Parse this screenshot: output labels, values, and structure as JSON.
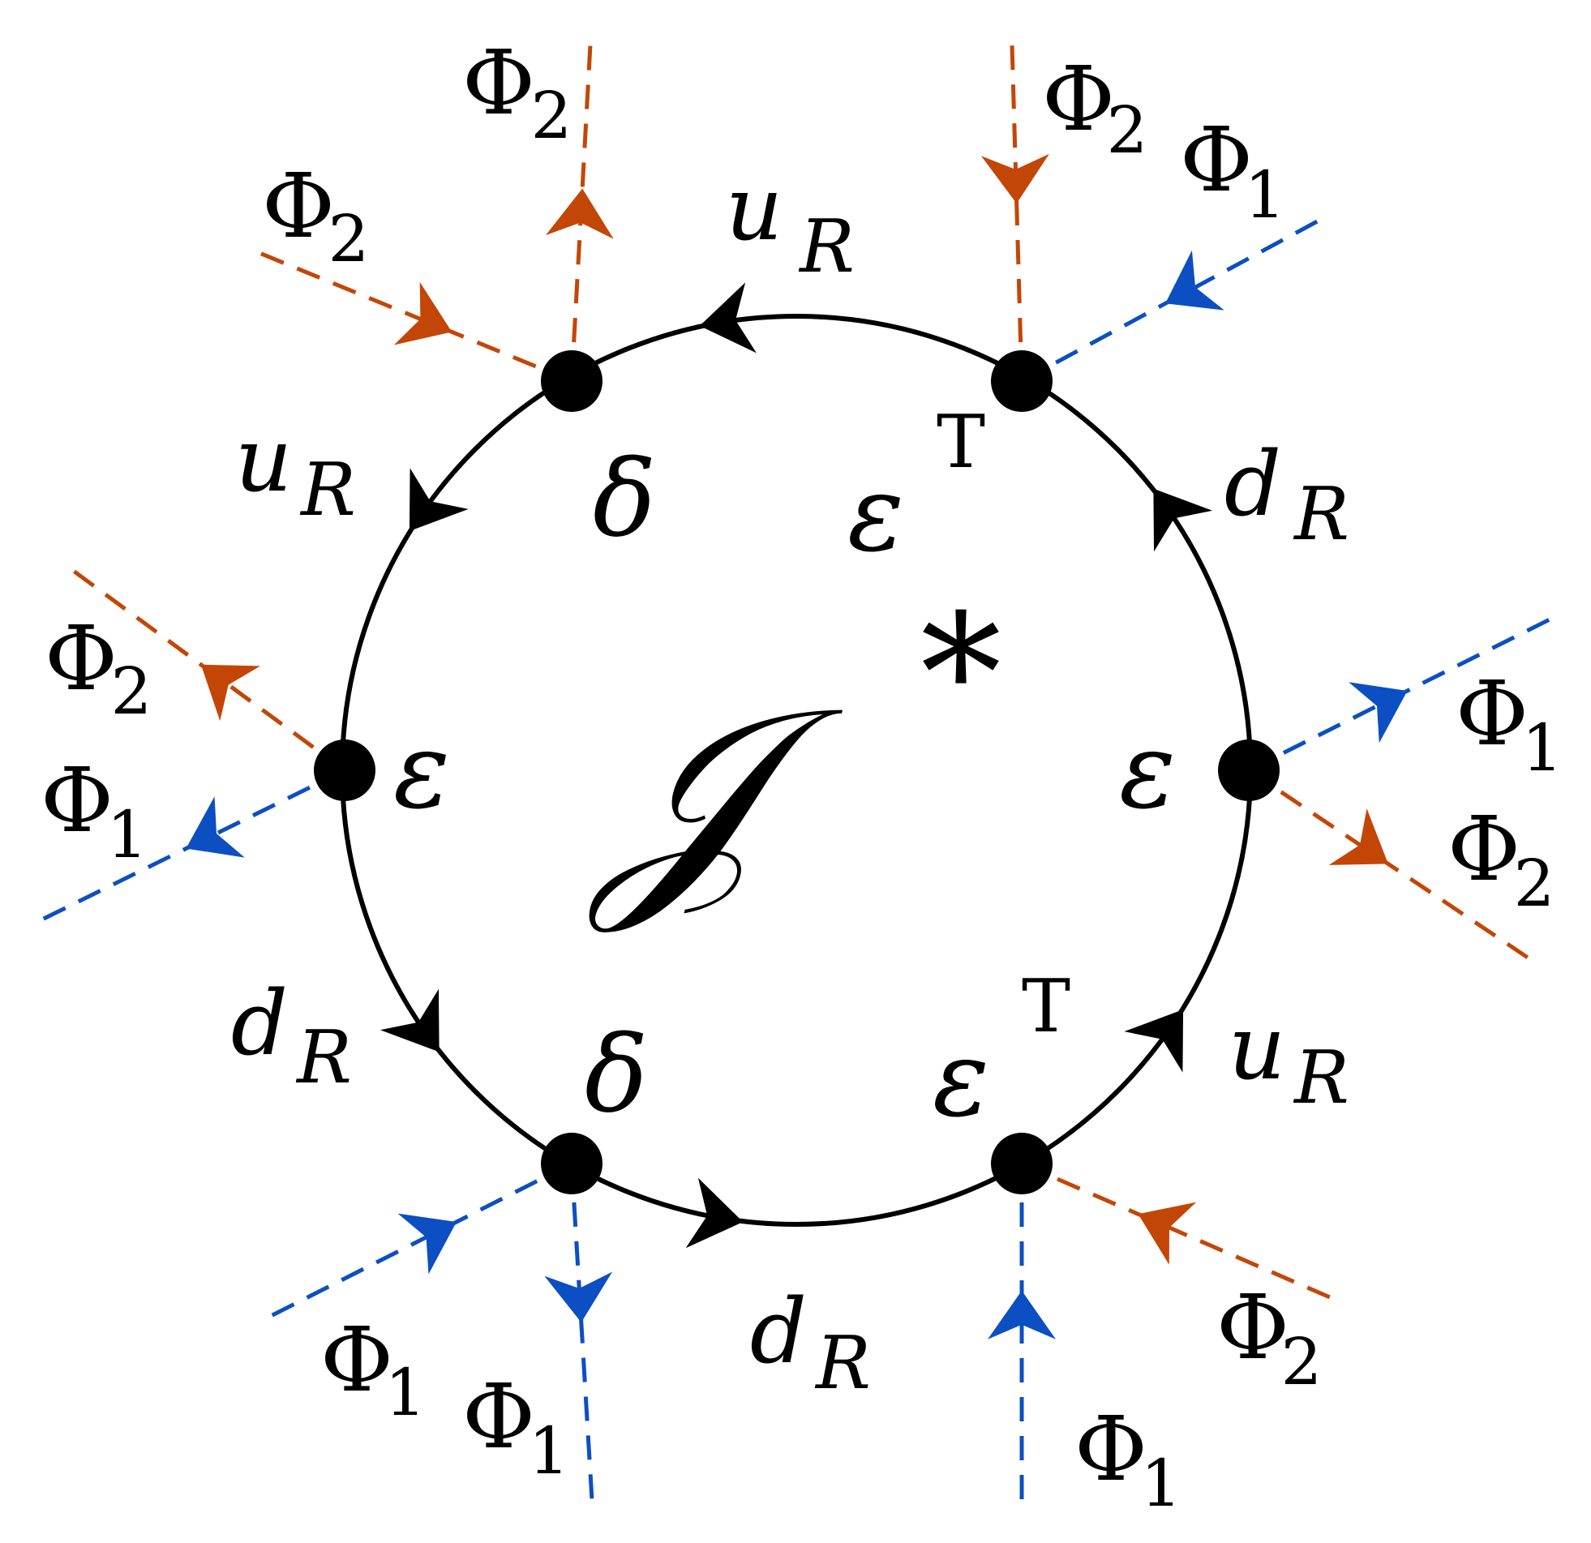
{
  "diagram": {
    "center_symbol": "𝒥",
    "center_superscript": "*",
    "colors": {
      "loop": "#000000",
      "phi1": "#0c4fc2",
      "phi2": "#c44606"
    },
    "vertices": [
      {
        "id": "top-left",
        "label": "δ",
        "sup": ""
      },
      {
        "id": "top-right",
        "label": "ε",
        "sup": "T"
      },
      {
        "id": "right",
        "label": "ε",
        "sup": ""
      },
      {
        "id": "bottom-right",
        "label": "ε",
        "sup": "T"
      },
      {
        "id": "bottom-left",
        "label": "δ",
        "sup": ""
      },
      {
        "id": "left",
        "label": "ε",
        "sup": ""
      }
    ],
    "propagators": [
      {
        "id": "top",
        "main": "u",
        "sub": "R"
      },
      {
        "id": "upper-left",
        "main": "u",
        "sub": "R"
      },
      {
        "id": "upper-right",
        "main": "d",
        "sub": "R"
      },
      {
        "id": "lower-left",
        "main": "d",
        "sub": "R"
      },
      {
        "id": "bottom",
        "main": "d",
        "sub": "R"
      },
      {
        "id": "lower-right",
        "main": "u",
        "sub": "R"
      }
    ],
    "external_legs": [
      {
        "id": "tl-up",
        "main": "Φ",
        "sub": "2",
        "field": "phi2"
      },
      {
        "id": "tl-left",
        "main": "Φ",
        "sub": "2",
        "field": "phi2"
      },
      {
        "id": "tr-up",
        "main": "Φ",
        "sub": "2",
        "field": "phi2"
      },
      {
        "id": "tr-right",
        "main": "Φ",
        "sub": "1",
        "field": "phi1"
      },
      {
        "id": "r-up",
        "main": "Φ",
        "sub": "1",
        "field": "phi1"
      },
      {
        "id": "r-down",
        "main": "Φ",
        "sub": "2",
        "field": "phi2"
      },
      {
        "id": "l-up",
        "main": "Φ",
        "sub": "2",
        "field": "phi2"
      },
      {
        "id": "l-down",
        "main": "Φ",
        "sub": "1",
        "field": "phi1"
      },
      {
        "id": "bl-left",
        "main": "Φ",
        "sub": "1",
        "field": "phi1"
      },
      {
        "id": "bl-down",
        "main": "Φ",
        "sub": "1",
        "field": "phi1"
      },
      {
        "id": "br-down",
        "main": "Φ",
        "sub": "1",
        "field": "phi1"
      },
      {
        "id": "br-right",
        "main": "Φ",
        "sub": "2",
        "field": "phi2"
      }
    ]
  }
}
